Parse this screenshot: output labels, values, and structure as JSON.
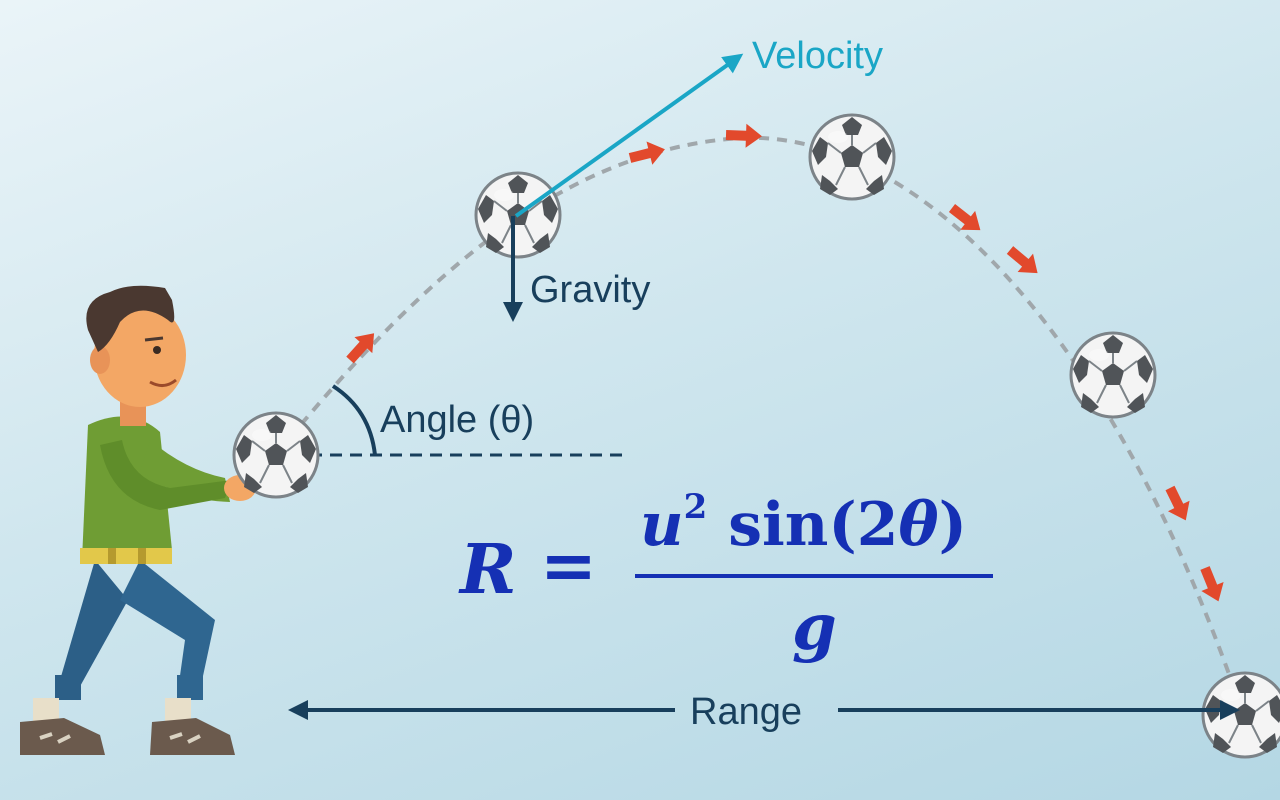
{
  "labels": {
    "velocity": "Velocity",
    "gravity": "Gravity",
    "angle": "Angle (θ)",
    "range": "Range"
  },
  "formula": {
    "lhs": "R",
    "equals": "=",
    "numerator_var": "u",
    "numerator_exp": "2",
    "numerator_func": "sin(2",
    "numerator_theta": "θ",
    "numerator_close": ")",
    "denominator": "g"
  },
  "colors": {
    "velocity": "#1aa6c6",
    "dark": "#183f5c",
    "trajectory_arrows": "#e2492c",
    "formula": "#1530b4"
  },
  "icons": {
    "projectile": "soccer-ball-icon",
    "thrower": "person-illustration"
  }
}
